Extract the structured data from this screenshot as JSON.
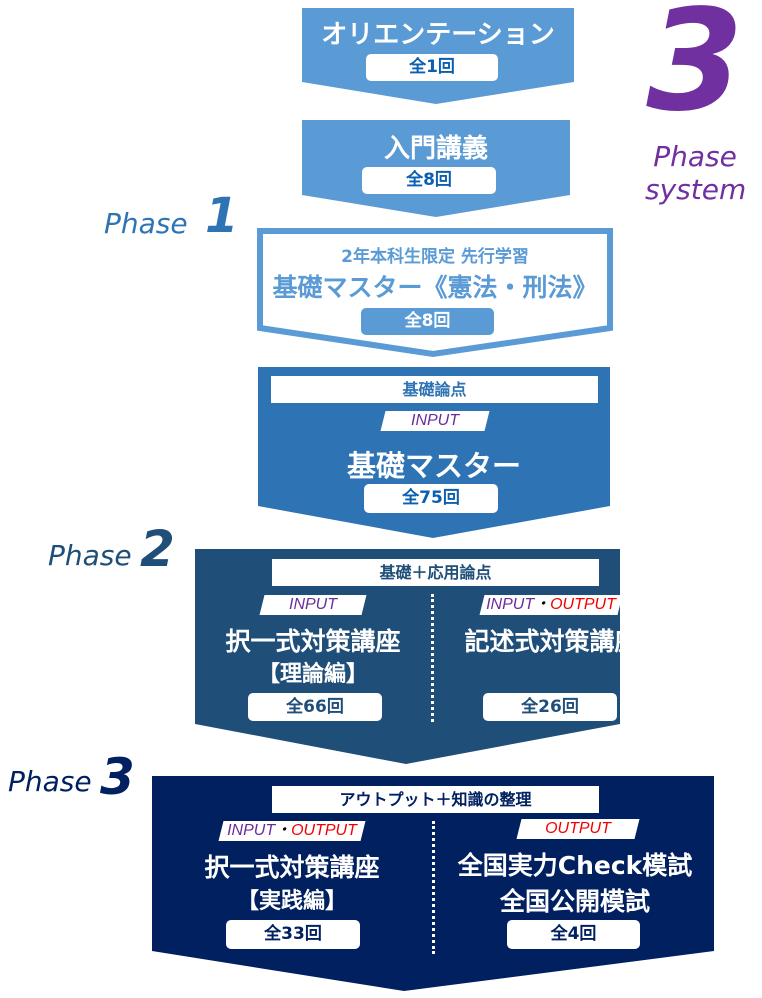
{
  "colors": {
    "light_blue": "#5b9bd5",
    "mid_blue": "#2e74b5",
    "dark_blue": "#1f4e79",
    "navy": "#002060",
    "purple": "#7030a0",
    "input_purple": "#6a2c9c",
    "output_red": "#f20000"
  },
  "badge_3phase": {
    "number": "3",
    "line1": "Phase",
    "line2": "system"
  },
  "phase_labels": [
    {
      "word": "Phase",
      "number": "1"
    },
    {
      "word": "Phase",
      "number": "2"
    },
    {
      "word": "Phase",
      "number": "3"
    }
  ],
  "steps": [
    {
      "title": "オリエンテーション",
      "count": "全1回"
    },
    {
      "title": "入門講義",
      "count": "全8回"
    },
    {
      "subtitle": "2年本科生限定 先行学習",
      "title": "基礎マスター《憲法・刑法》",
      "count": "全8回"
    },
    {
      "header": "基礎論点",
      "tag": "INPUT",
      "title": "基礎マスター",
      "count": "全75回"
    },
    {
      "header": "基礎＋応用論点",
      "left": {
        "tag_input": "INPUT",
        "title": "択一式対策講座",
        "subtitle": "【理論編】",
        "count": "全66回"
      },
      "right": {
        "tag_input": "INPUT",
        "tag_sep": "・",
        "tag_output": "OUTPUT",
        "title": "記述式対策講座",
        "count": "全26回"
      }
    },
    {
      "header": "アウトプット＋知識の整理",
      "left": {
        "tag_input": "INPUT",
        "tag_sep": "・",
        "tag_output": "OUTPUT",
        "title": "択一式対策講座",
        "subtitle": "【実践編】",
        "count": "全33回"
      },
      "right": {
        "tag_output": "OUTPUT",
        "title": "全国実力Check模試",
        "title2": "全国公開模試",
        "count": "全4回"
      }
    }
  ]
}
